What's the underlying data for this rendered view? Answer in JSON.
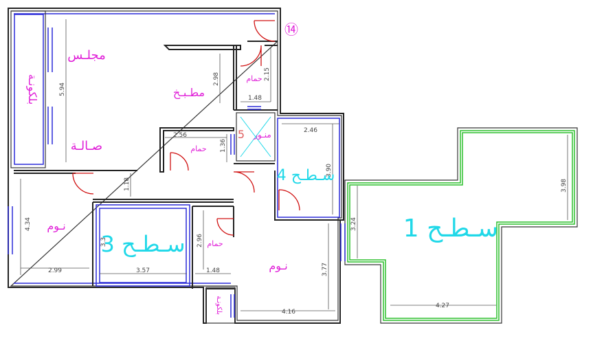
{
  "rooms": {
    "majlis": "مجلـس",
    "salah": "صـالـة",
    "balcony_left": "بلكونـة",
    "kitchen": "مطـبـخ",
    "bath_top": "حمام",
    "bath_mid": "حمام",
    "bath_bottom": "حمام",
    "bedroom_left": "نـوم",
    "bedroom_right": "نـوم",
    "shaft": "منـور",
    "shaft_no": "5",
    "balcony_small": "بلكونـة",
    "roof1": "سـطـح 1",
    "roof3": "سـطـح 3",
    "roof4": "سـطـح 4",
    "stair_marker": "⑭"
  },
  "dimensions": {
    "d594": "5.94",
    "d298": "2.98",
    "d215": "2.15",
    "d148a": "1.48",
    "d256": "2.56",
    "d136": "1.36",
    "d246": "2.46",
    "d390": "3.90",
    "d118": "1.18",
    "d434": "4.34",
    "d299": "2.99",
    "d357": "3.57",
    "d296": "2.96",
    "d148b": "1.48",
    "d377": "3.77",
    "d416": "4.16",
    "d324": "3.24",
    "d398": "3.98",
    "d427": "4.27",
    "d3x": "3.3"
  },
  "colors": {
    "walls": "#222222",
    "windows": "#2a2ad8",
    "roof_edge": "#2bbf2b",
    "doors": "#d01010",
    "room_labels": "#e020d8",
    "roof_labels": "#20d8e8",
    "shaft_cross": "#20d8e8"
  }
}
